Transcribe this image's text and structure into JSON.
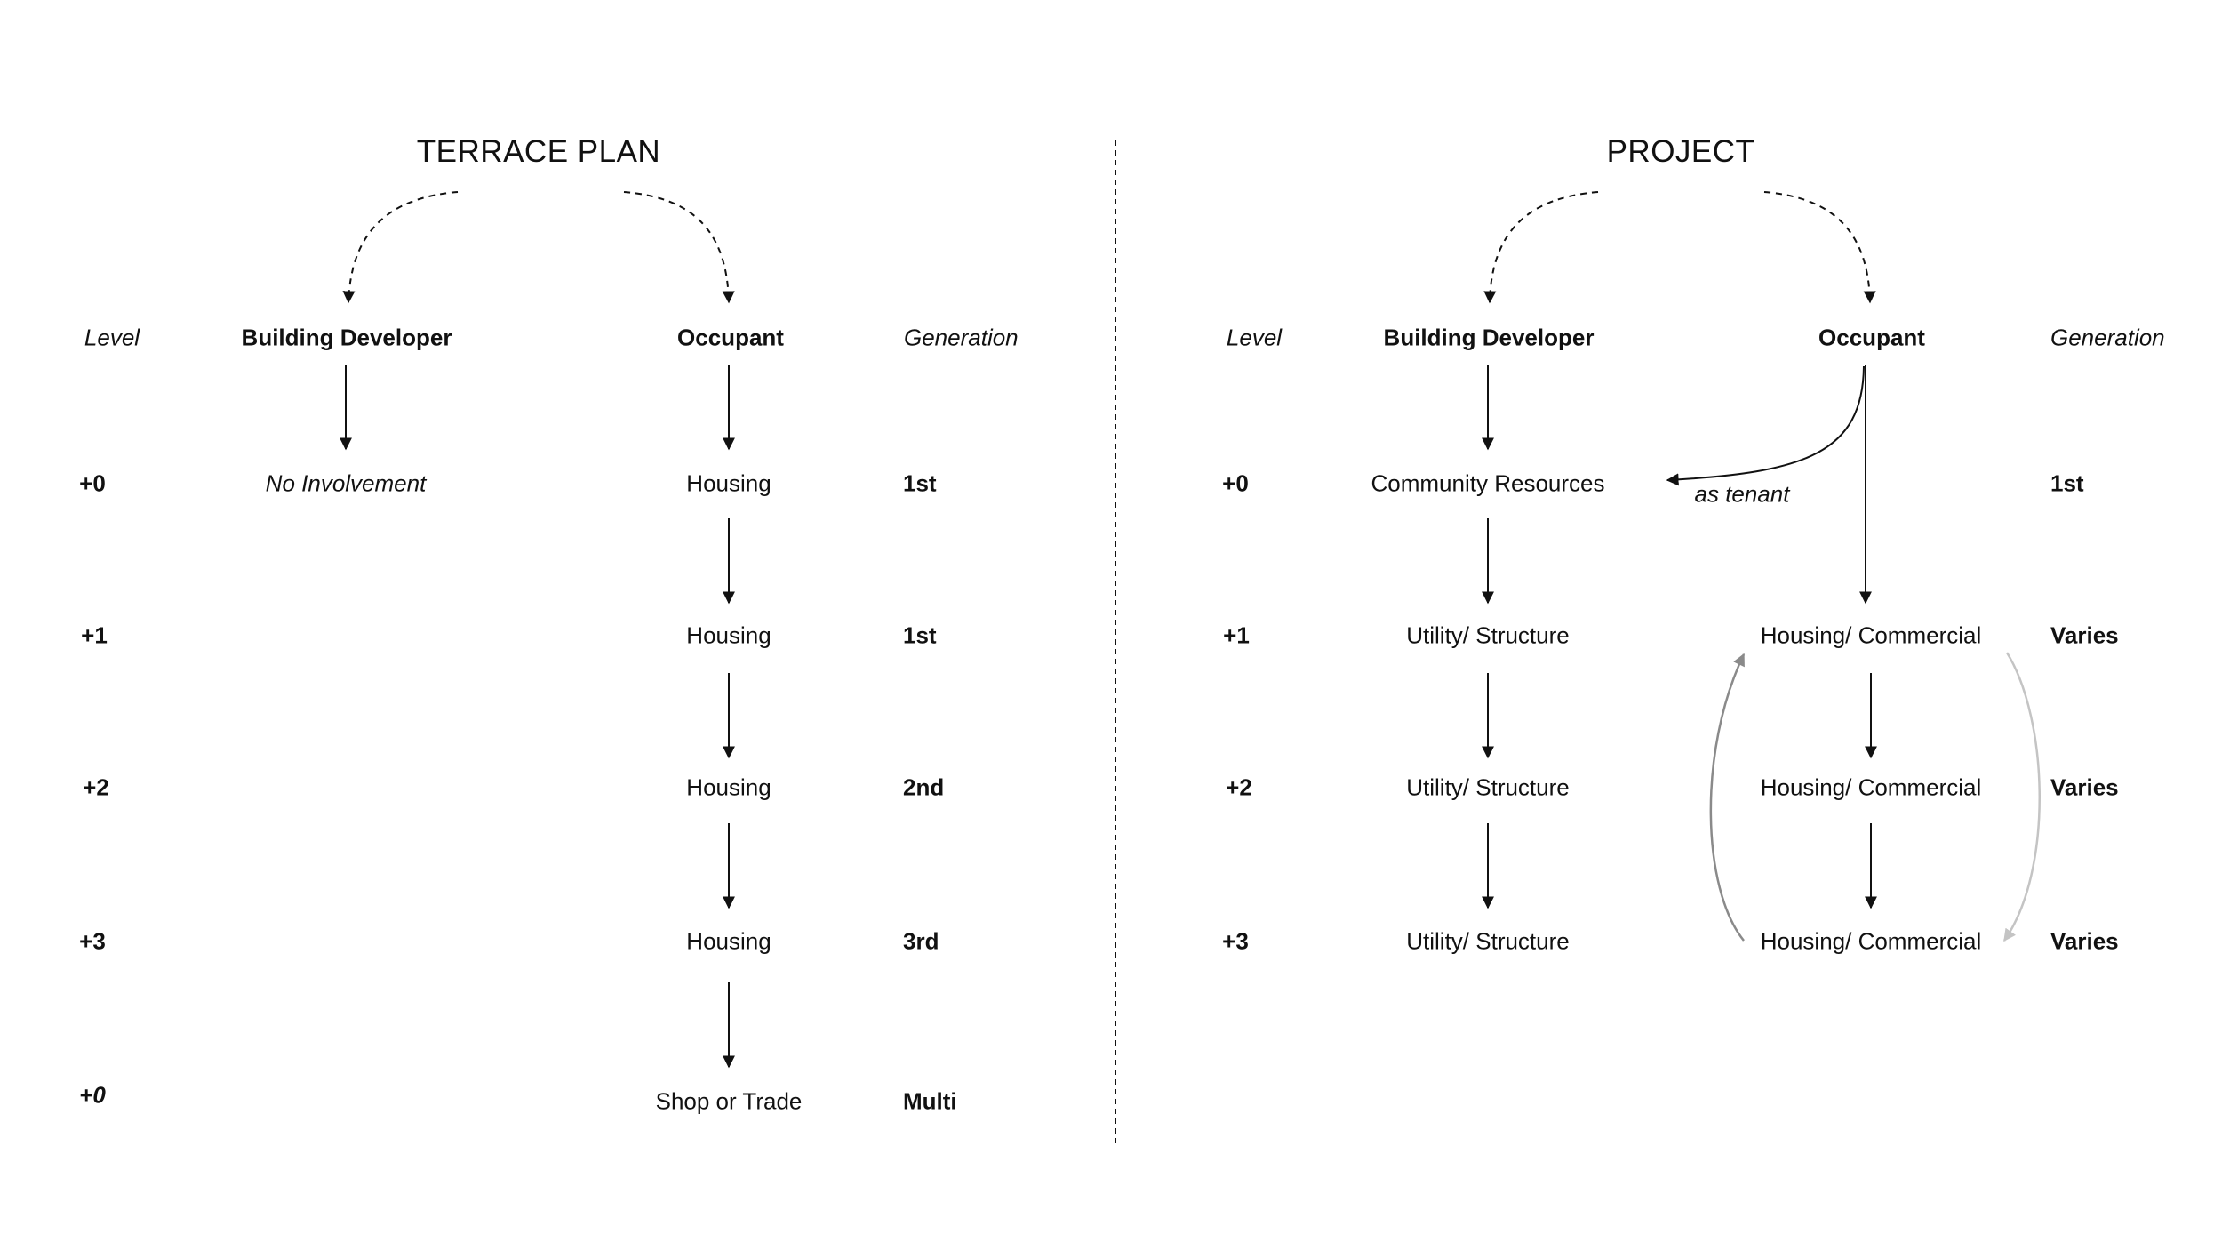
{
  "left": {
    "title": "TERRACE PLAN",
    "col_level": "Level",
    "col_developer": "Building Developer",
    "col_occupant": "Occupant",
    "col_generation": "Generation",
    "levels": [
      "+0",
      "+1",
      "+2",
      "+3",
      "+0"
    ],
    "developer_nodes": [
      "No Involvement"
    ],
    "occupant_nodes": [
      "Housing",
      "Housing",
      "Housing",
      "Housing",
      "Shop or Trade"
    ],
    "generations": [
      "1st",
      "1st",
      "2nd",
      "3rd",
      "Multi"
    ]
  },
  "right": {
    "title": "PROJECT",
    "col_level": "Level",
    "col_developer": "Building Developer",
    "col_occupant": "Occupant",
    "col_generation": "Generation",
    "levels": [
      "+0",
      "+1",
      "+2",
      "+3"
    ],
    "developer_nodes": [
      "Community Resources",
      "Utility/ Structure",
      "Utility/ Structure",
      "Utility/ Structure"
    ],
    "occupant_nodes": [
      "Housing/ Commercial",
      "Housing/ Commercial",
      "Housing/ Commercial"
    ],
    "tenant_label": "as tenant",
    "generations": [
      "1st",
      "Varies",
      "Varies",
      "Varies"
    ]
  },
  "colors": {
    "line": "#111111",
    "cycle_dark": "#8a8a8a",
    "cycle_light": "#c4c4c4"
  }
}
